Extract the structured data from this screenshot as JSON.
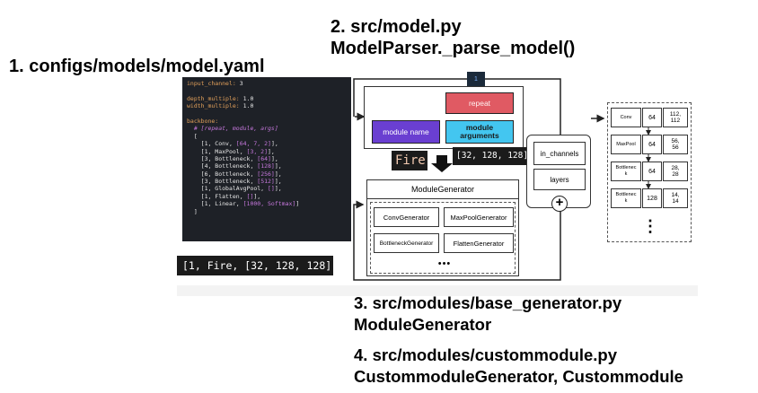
{
  "headings": {
    "h1": "1. configs/models/model.yaml",
    "h2_line1": "2. src/model.py",
    "h2_line2": "ModelParser._parse_model()",
    "h3_line1": "3. src/modules/base_generator.py",
    "h3_line2": "ModuleGenerator",
    "h4_line1": "4. src/modules/custommodule.py",
    "h4_line2": "CustommoduleGenerator, Custommodule"
  },
  "yaml": {
    "input_channel_key": "input_channel:",
    "input_channel_val": " 3",
    "depth_key": "depth_multiple:",
    "depth_val": " 1.0",
    "width_key": "width_multiple:",
    "width_val": " 1.0",
    "backbone_key": "backbone:",
    "comment": "  # [repeat, module, args]",
    "open": "  [",
    "rows": [
      {
        "a": "    [1, Conv, ",
        "b": "[64, 7, 2]",
        "c": "],"
      },
      {
        "a": "    [1, MaxPool, ",
        "b": "[3, 2]",
        "c": "],"
      },
      {
        "a": "    [3, Bottleneck, ",
        "b": "[64]",
        "c": "],"
      },
      {
        "a": "    [4, Bottleneck, ",
        "b": "[128]",
        "c": "],"
      },
      {
        "a": "    [6, Bottleneck, ",
        "b": "[256]",
        "c": "],"
      },
      {
        "a": "    [3, Bottleneck, ",
        "b": "[512]",
        "c": "],"
      },
      {
        "a": "    [1, GlobalAvgPool, ",
        "b": "[]",
        "c": "],"
      },
      {
        "a": "    [1, Flatten, ",
        "b": "[]",
        "c": "],"
      },
      {
        "a": "    [1, Linear, ",
        "b": "[1000, Softmax]",
        "c": "]"
      }
    ],
    "close": "  ]"
  },
  "snippet": "[1, Fire, [32, 128, 128]],",
  "fire_label": "Fire",
  "fire_args": "[32, 128, 128]],",
  "parser": {
    "badge": "1",
    "repeat": "repeat",
    "module_name": "module name",
    "module_arguments": "module arguments",
    "in_channels": "in_channels",
    "layers": "layers"
  },
  "generator": {
    "title": "ModuleGenerator",
    "items": [
      "ConvGenerator",
      "MaxPoolGenerator",
      "BottleneckGenerator",
      "FlattenGenerator"
    ],
    "more": "•••"
  },
  "layer_table": {
    "rows": [
      {
        "name": "Conv",
        "ch": "64",
        "size": "112,\n112"
      },
      {
        "name": "MaxPool",
        "ch": "64",
        "size": "56,\n56"
      },
      {
        "name": "Bottlenec\nk",
        "ch": "64",
        "size": "28,\n28"
      },
      {
        "name": "Bottlenec\nk",
        "ch": "128",
        "size": "14,\n14"
      }
    ],
    "more": "⋮"
  },
  "colors": {
    "repeat": "#e05a63",
    "module_name": "#6a3fd1",
    "module_arguments": "#43c6f0",
    "yaml_bg": "#1e2127"
  }
}
